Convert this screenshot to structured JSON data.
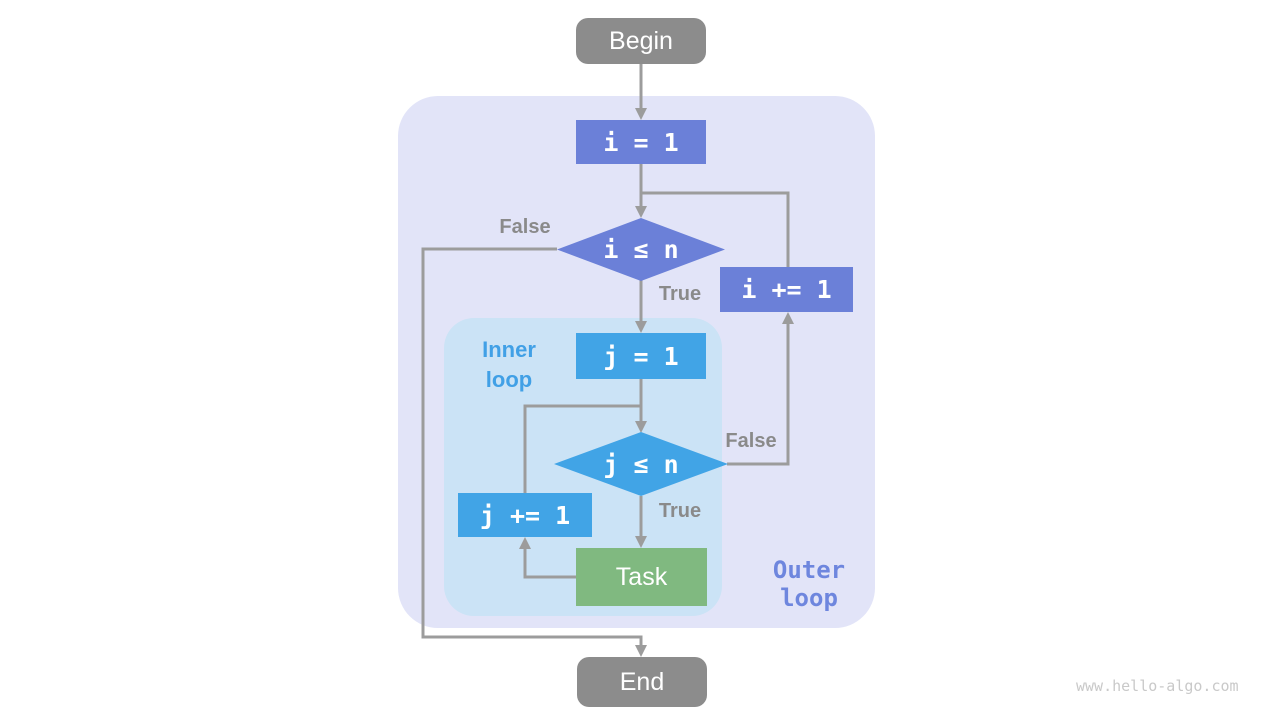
{
  "flowchart": {
    "nodes": {
      "begin": {
        "label": "Begin"
      },
      "init_i": {
        "label": "i = 1"
      },
      "cond_i": {
        "label": "i ≤ n"
      },
      "inc_i": {
        "label": "i += 1"
      },
      "init_j": {
        "label": "j = 1"
      },
      "cond_j": {
        "label": "j ≤ n"
      },
      "inc_j": {
        "label": "j += 1"
      },
      "task": {
        "label": "Task"
      },
      "end": {
        "label": "End"
      }
    },
    "branch_labels": {
      "outer_false": "False",
      "outer_true": "True",
      "inner_false": "False",
      "inner_true": "True"
    },
    "regions": {
      "outer": {
        "label": "Outer\nloop"
      },
      "inner": {
        "label": "Inner\nloop"
      }
    },
    "colors": {
      "terminal_gray": "#8c8c8c",
      "outer_loop_node": "#6b80d8",
      "inner_loop_node": "#41a4e6",
      "task_green": "#80b980",
      "edge_gray": "#9c9c9c",
      "outer_region_bg": "#e2e4f8",
      "inner_region_bg": "#cbe3f6",
      "outer_label_text": "#6e86de",
      "inner_label_text": "#41a0e6",
      "branch_label_text": "#8a8a8a"
    }
  },
  "watermark": "www.hello-algo.com"
}
